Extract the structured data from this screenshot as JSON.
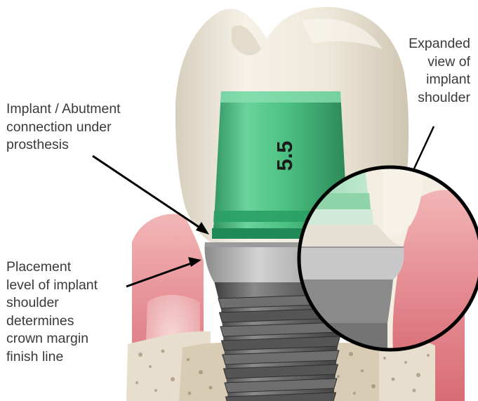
{
  "labels": {
    "connection": [
      "Implant / Abutment",
      "connection under",
      "prosthesis"
    ],
    "placement": [
      "Placement",
      "level of implant",
      "shoulder",
      "determines",
      "crown margin",
      "finish line"
    ],
    "expanded": [
      "Expanded",
      "view of",
      "implant",
      "shoulder"
    ]
  },
  "abutment_size": "5.5",
  "colors": {
    "abutment": "#34b572",
    "gingiva": "#e48f94",
    "crown": "#ece6d8",
    "implant": "#5f5f5f",
    "bone": "#e6dccb"
  }
}
